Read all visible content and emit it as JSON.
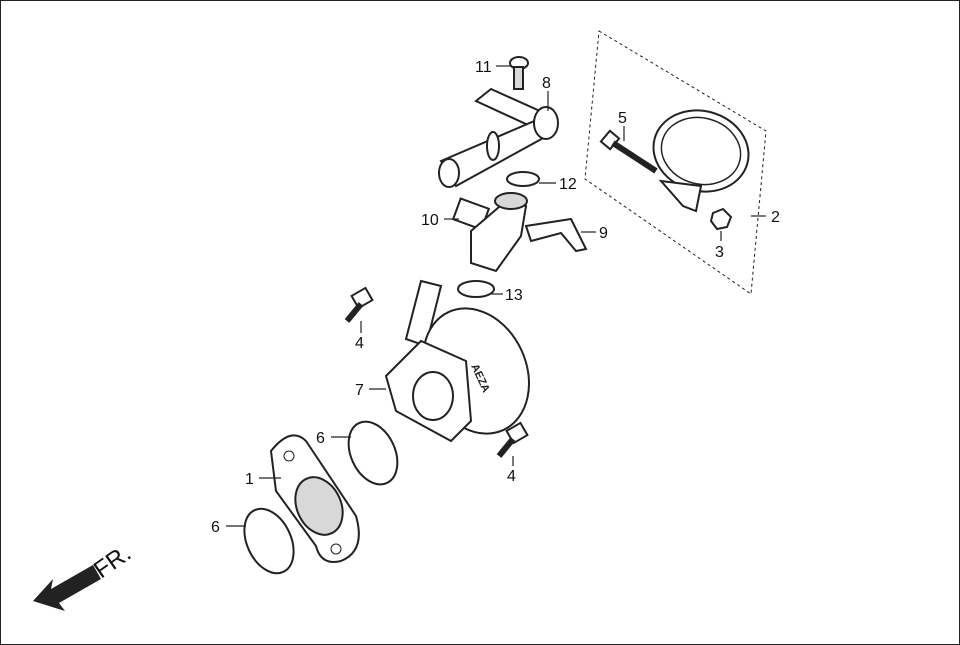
{
  "diagram": {
    "callouts": [
      "1",
      "2",
      "3",
      "4",
      "4",
      "5",
      "6",
      "6",
      "7",
      "8",
      "9",
      "10",
      "11",
      "12",
      "13"
    ],
    "direction_label": "FR.",
    "embossed_text": "AEZA",
    "colors": {
      "line": "#222222",
      "background": "#ffffff"
    }
  }
}
